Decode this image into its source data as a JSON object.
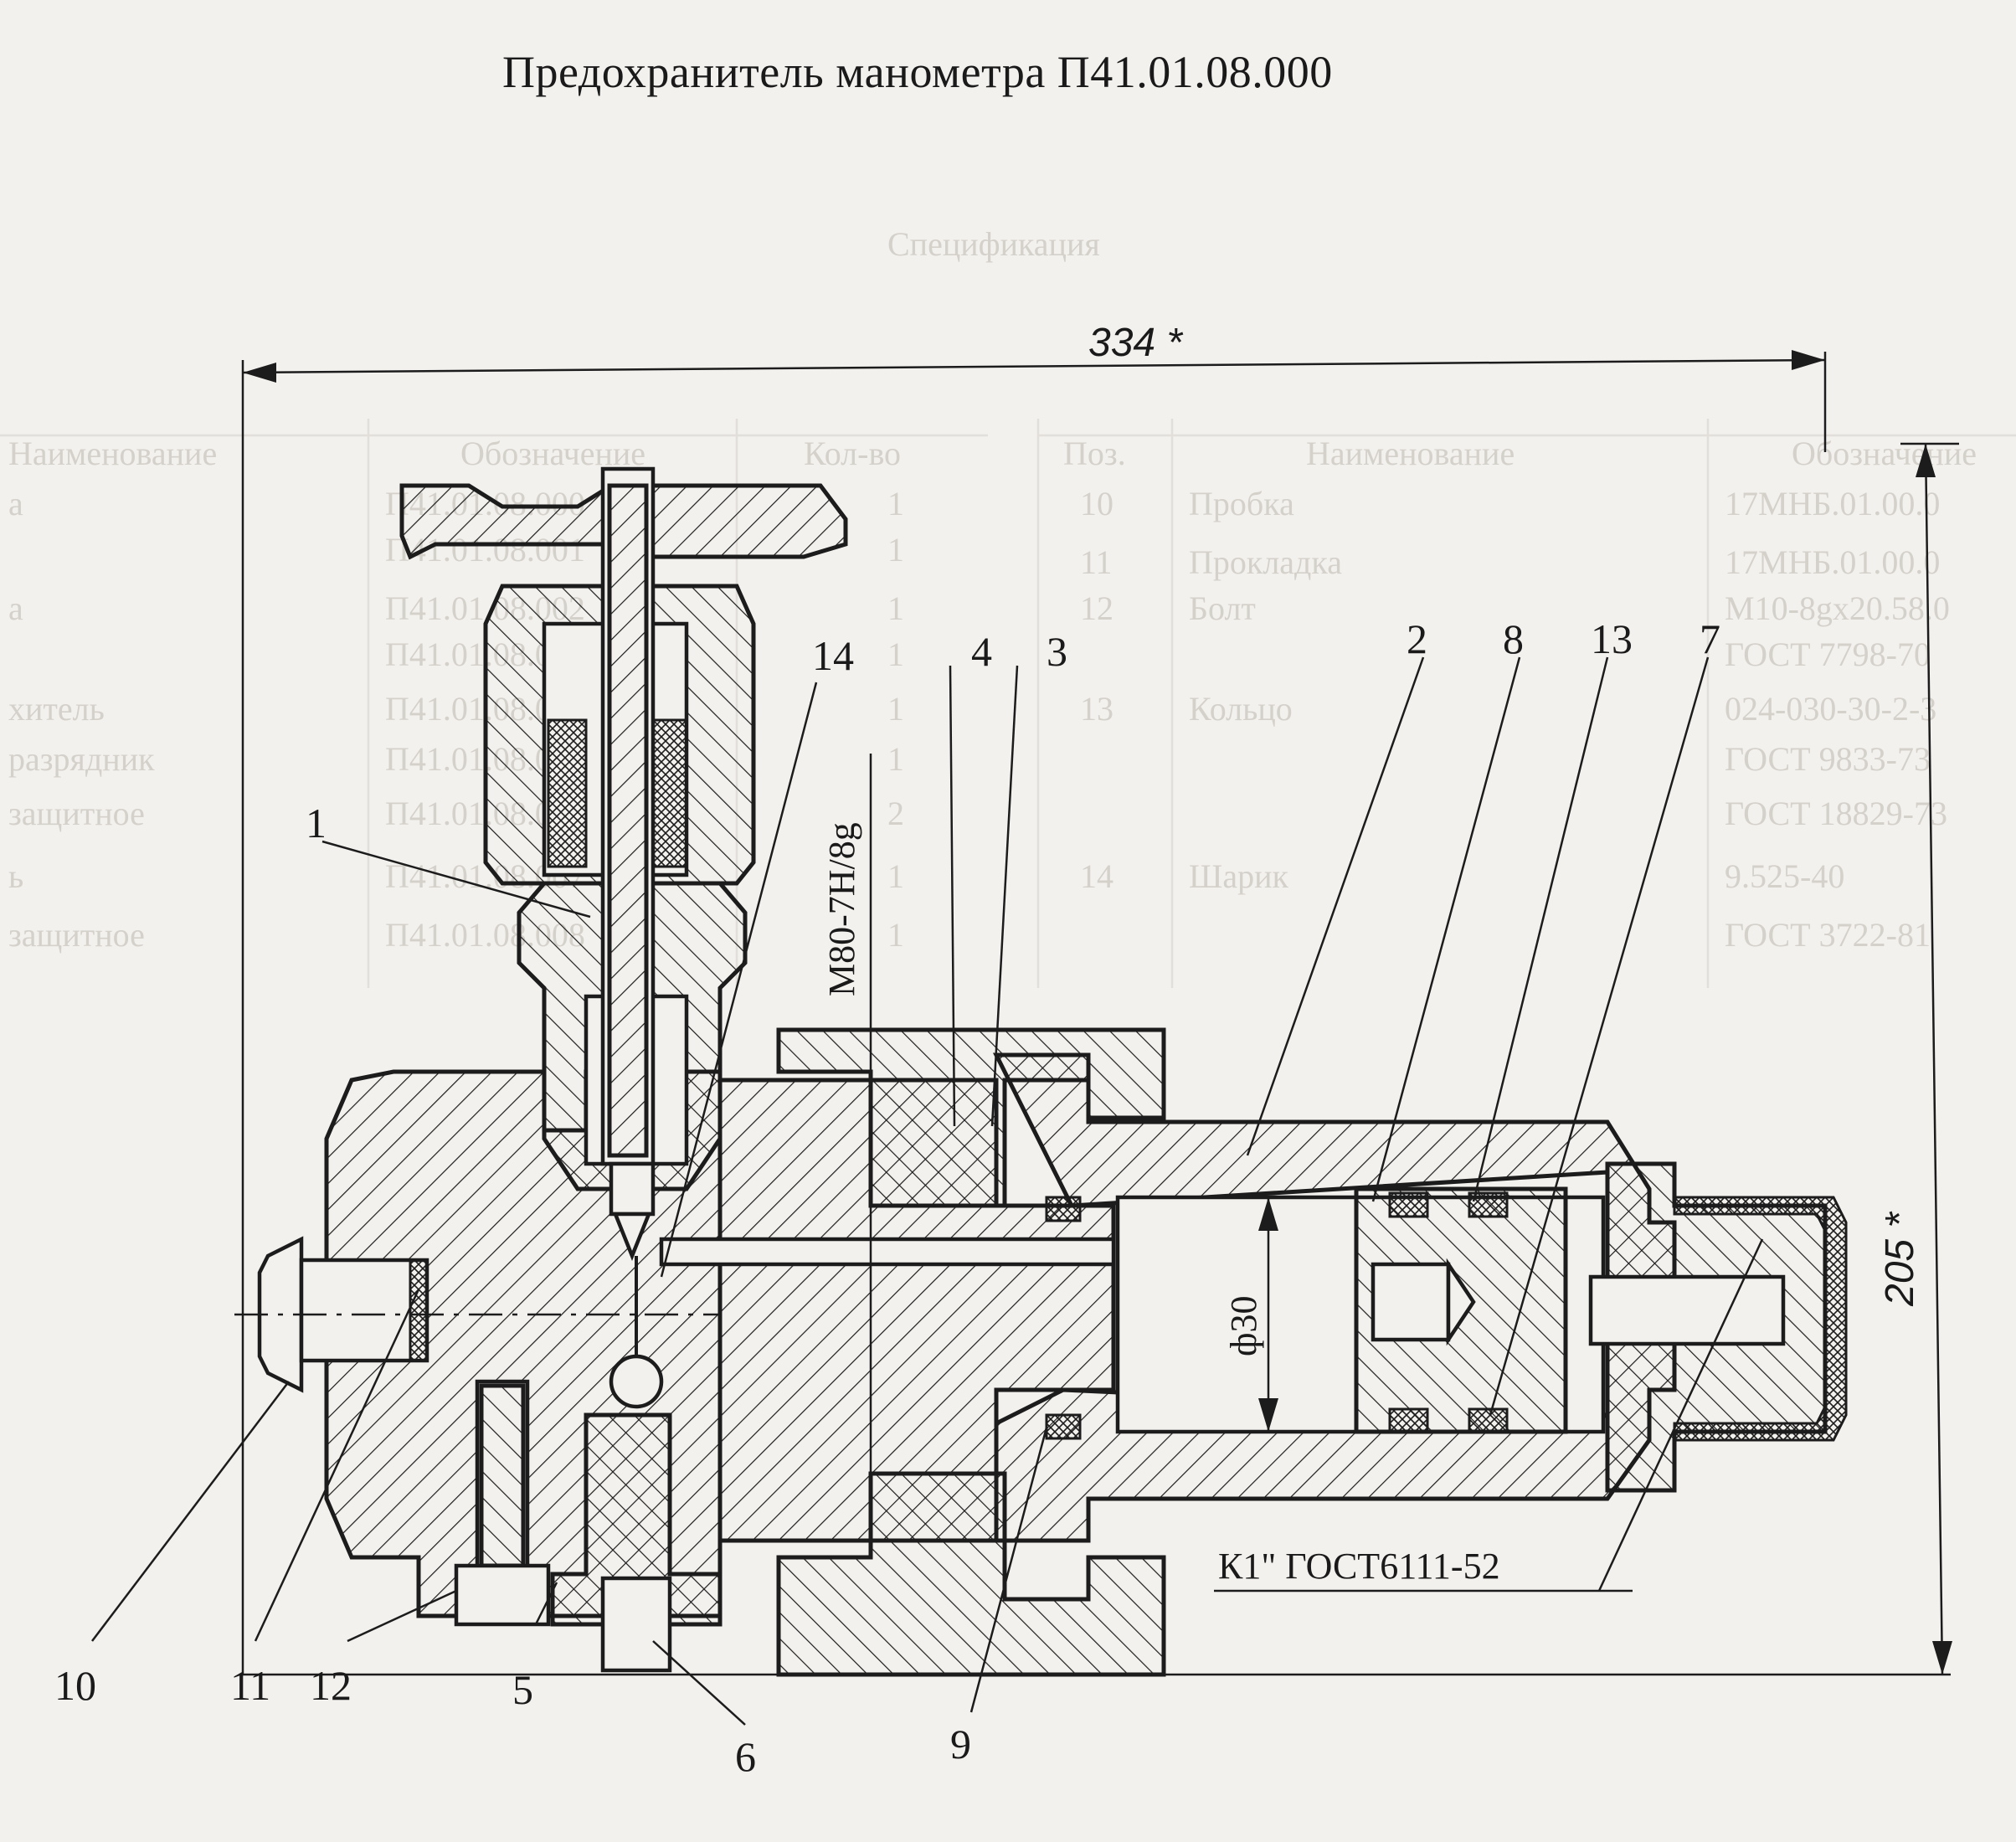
{
  "title": "Предохранитель манометра П41.01.08.000",
  "background_sheet": {
    "heading": "Спецификация",
    "left_headers": [
      "Наименование",
      "Обозначение",
      "Кол-во"
    ],
    "right_headers": [
      "Поз.",
      "Наименование",
      "Обозначение"
    ],
    "left_rows": [
      [
        "а",
        "П41.01.08.000",
        "1"
      ],
      [
        "",
        "П41.01.08.001",
        "1"
      ],
      [
        "а",
        "П41.01.08.002",
        "1"
      ],
      [
        "",
        "П41.01.08.003",
        "1"
      ],
      [
        "хитель",
        "П41.01.08.004",
        "1"
      ],
      [
        "разрядник",
        "П41.01.08.005",
        "1"
      ],
      [
        "защитное",
        "П41.01.08.006",
        "2"
      ],
      [
        "ь",
        "П41.01.08.007",
        "1"
      ],
      [
        "защитное",
        "П41.01.08.008",
        "1"
      ]
    ],
    "right_rows": [
      [
        "10",
        "Пробка",
        "17МНБ.01.00.0"
      ],
      [
        "11",
        "Прокладка",
        "17МНБ.01.00.0"
      ],
      [
        "12",
        "Болт",
        "М10-8gx20.58.0"
      ],
      [
        "",
        "",
        "ГОСТ 7798-70"
      ],
      [
        "13",
        "Кольцо",
        "024-030-30-2-3"
      ],
      [
        "",
        "",
        "ГОСТ 9833-73"
      ],
      [
        "",
        "",
        "ГОСТ 18829-73"
      ],
      [
        "14",
        "Шарик",
        "9.525-40"
      ],
      [
        "",
        "",
        "ГОСТ 3722-81"
      ]
    ]
  },
  "dimensions": {
    "overall_width": "334 *",
    "overall_height": "205 *",
    "bore_diameter": "ф30",
    "thread": "М80-7Н/8g",
    "connection_thread": "К1\" ГОСТ6111-52"
  },
  "callouts": [
    "1",
    "2",
    "3",
    "4",
    "5",
    "6",
    "7",
    "8",
    "9",
    "10",
    "11",
    "12",
    "13",
    "14"
  ]
}
